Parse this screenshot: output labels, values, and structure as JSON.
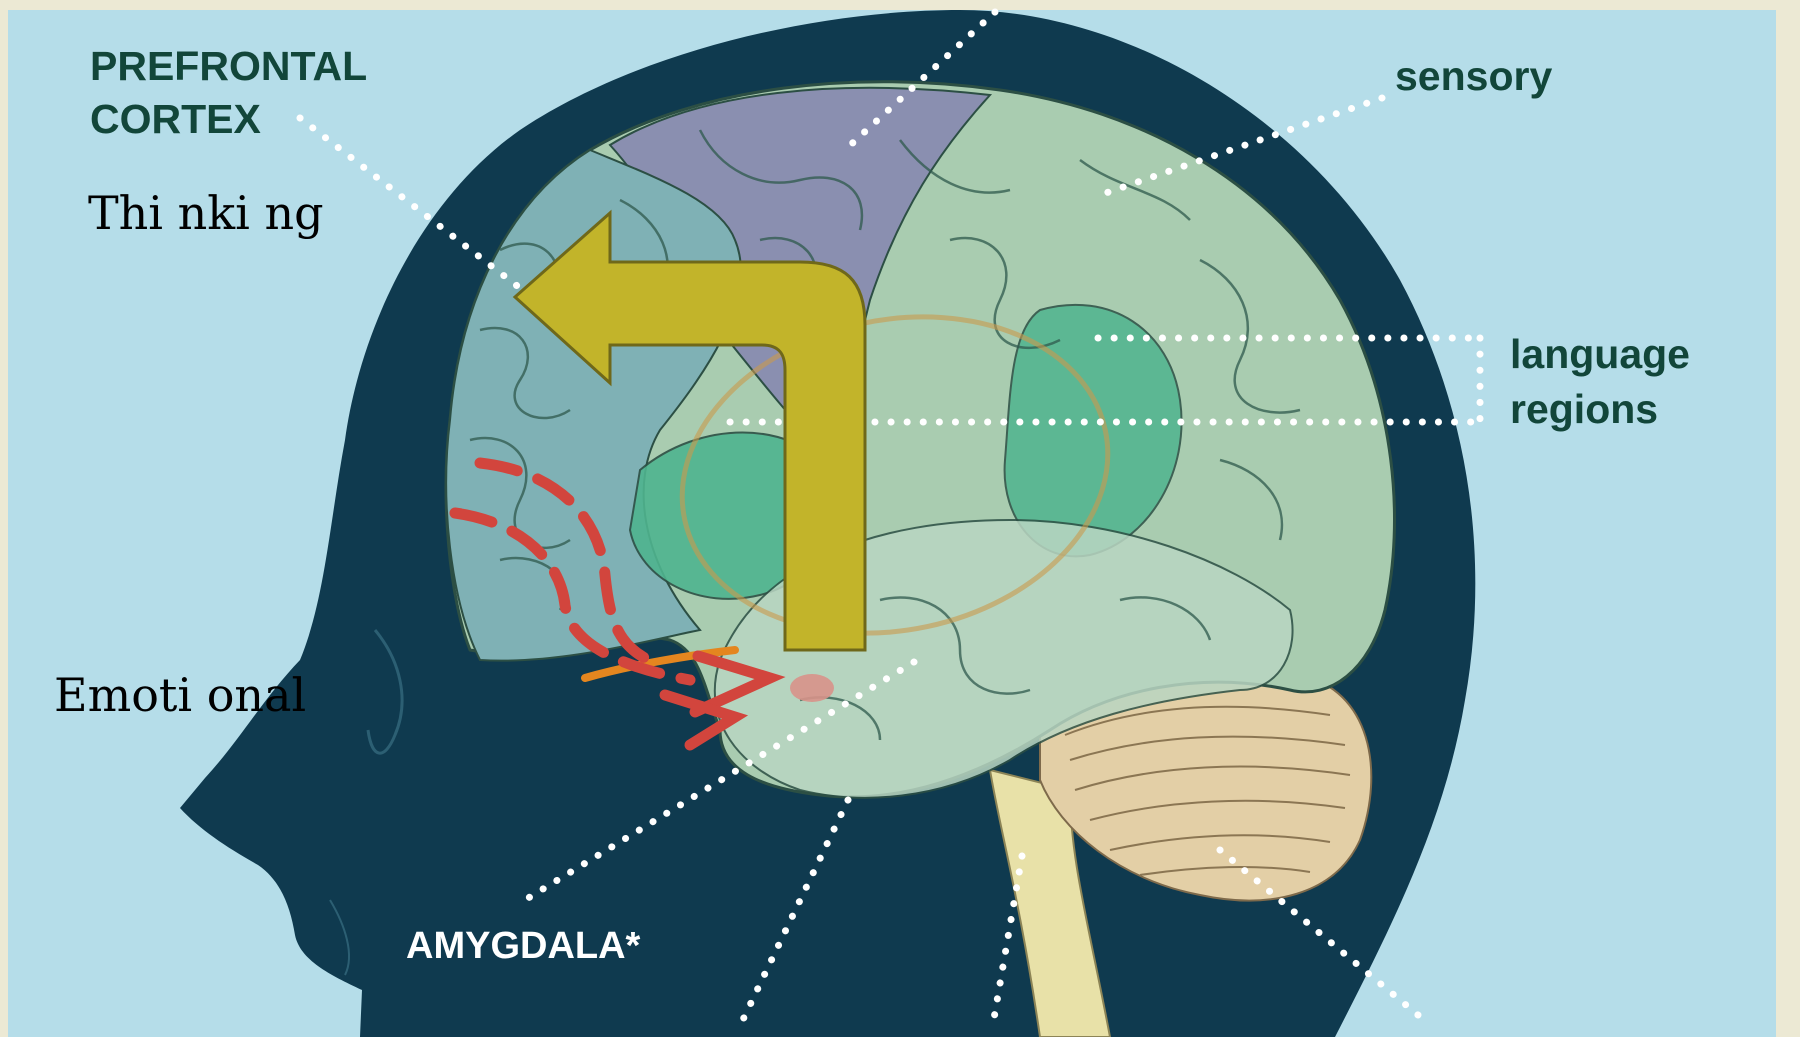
{
  "labels": {
    "prefrontal_line1": "PREFRONTAL",
    "prefrontal_line2": "CORTEX",
    "thinking": "Thi nki ng",
    "emotional": "Emoti onal",
    "sensory": "sensory",
    "language_line1": "language",
    "language_line2": "regions",
    "amygdala": "AMYGDALA*"
  },
  "icons": {
    "thinking_arrow": "arrow-up-left-turn-icon",
    "emotional_arrow": "dashed-curved-arrow-icon"
  },
  "colors": {
    "frame": "#ece9d4",
    "sky": "#b5dde9",
    "head": "#0f3a4f",
    "label_green": "#12463a",
    "label_white": "#ffffff",
    "prefrontal_region": "#7fb1b5",
    "motor_region": "#8a8fb0",
    "cortex_green": "#a9ccb0",
    "language_region": "#4fb48f",
    "cerebellum": "#e3cfa6",
    "brainstem": "#e8e1a8",
    "thinking_arrow": "#c2b42a",
    "emotional_arrow": "#d2453d",
    "amygdala_spot": "#d8928a"
  }
}
